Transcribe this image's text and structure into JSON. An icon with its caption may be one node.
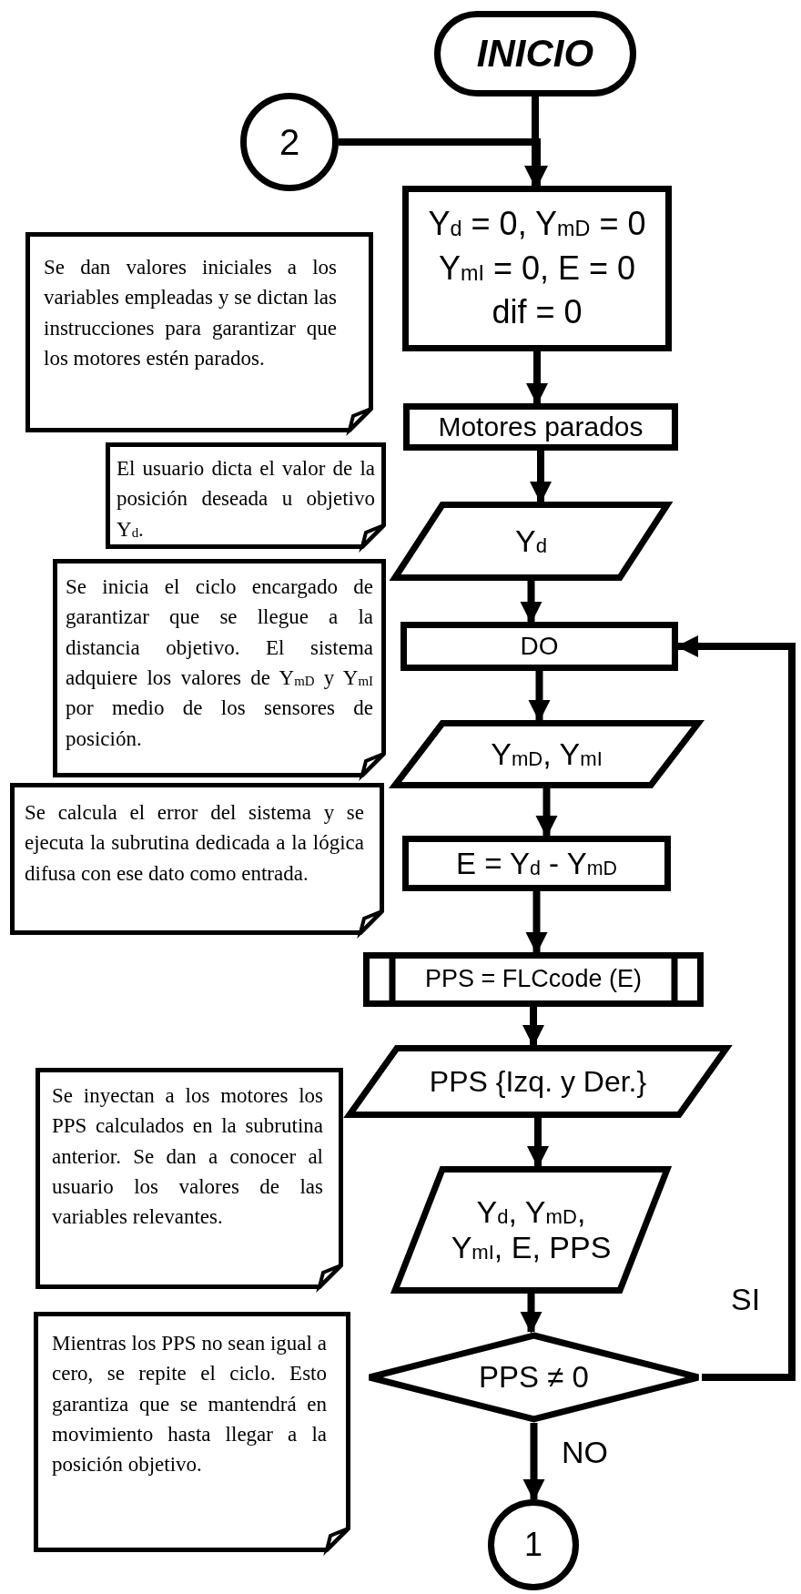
{
  "diagram": {
    "nodes": [
      {
        "text": [
          "INICIO"
        ]
      },
      {
        "text": [
          "2"
        ]
      },
      {
        "text": [
          "Y$_{d}$ = 0, Y$_{mD}$ = 0",
          "Y$_{mI}$ = 0, E = 0",
          "dif = 0"
        ]
      },
      {
        "text": [
          "Se dan valores iniciales a los variables empleadas y se dictan las instrucciones para garantizar que los motores estén parados."
        ]
      },
      {
        "text": [
          "Motores parados"
        ]
      },
      {
        "text": [
          "El usuario dicta el valor de la posición deseada u objetivo Y$_{d}$."
        ]
      },
      {
        "text": [
          "Y$_{d}$"
        ]
      },
      {
        "text": [
          "Se inicia el ciclo encargado de garantizar que se llegue a la distancia objetivo. El sistema adquiere los valores de Y$_{mD}$ y Y$_{mI}$ por medio de los sensores de posición."
        ]
      },
      {
        "text": [
          "DO"
        ]
      },
      {
        "text": [
          "Y$_{mD}$, Y$_{mI}$"
        ]
      },
      {
        "text": [
          "Se calcula el error del sistema y se ejecuta la subrutina dedicada a la lógica difusa con ese dato como entrada."
        ]
      },
      {
        "text": [
          "E = Y$_{d}$ - Y$_{mD}$"
        ]
      },
      {
        "text": [
          "PPS = FLCcode (E)"
        ]
      },
      {
        "text": [
          "Se inyectan a los motores los PPS calculados en la subrutina anterior. Se dan a conocer al usuario los valores de las variables relevantes."
        ]
      },
      {
        "text": [
          "PPS {Izq. y Der.}"
        ]
      },
      {
        "text": [
          "Y$_{d}$, Y$_{mD}$, Y$_{mI}$, E, PPS"
        ]
      },
      {
        "text": [
          "Mientras los PPS no sean igual a cero, se repite el ciclo. Esto garantiza que se mantendrá en movimiento hasta llegar a la posición objetivo."
        ]
      },
      {
        "text": [
          "PPS ≠ 0"
        ]
      },
      {
        "text": [
          "1"
        ]
      }
    ],
    "edges": [
      {
        "from": 0,
        "to": 2,
        "arrow": "to"
      },
      {
        "from": 1,
        "to": 2,
        "arrow": "to"
      },
      {
        "from": 2,
        "to": 4,
        "arrow": "to"
      },
      {
        "from": 4,
        "to": 6,
        "arrow": "to"
      },
      {
        "from": 6,
        "to": 8,
        "arrow": "to"
      },
      {
        "from": 8,
        "to": 9,
        "arrow": "to"
      },
      {
        "from": 9,
        "to": 11,
        "arrow": "to"
      },
      {
        "from": 11,
        "to": 12,
        "arrow": "to"
      },
      {
        "from": 12,
        "to": 14,
        "arrow": "to"
      },
      {
        "from": 14,
        "to": 15,
        "arrow": "to"
      },
      {
        "from": 15,
        "to": 17,
        "arrow": "to"
      },
      {
        "from": 17,
        "to": 8,
        "label": "SI",
        "arrow": "to"
      },
      {
        "from": 17,
        "to": 18,
        "label": "NO",
        "arrow": "to"
      }
    ]
  }
}
